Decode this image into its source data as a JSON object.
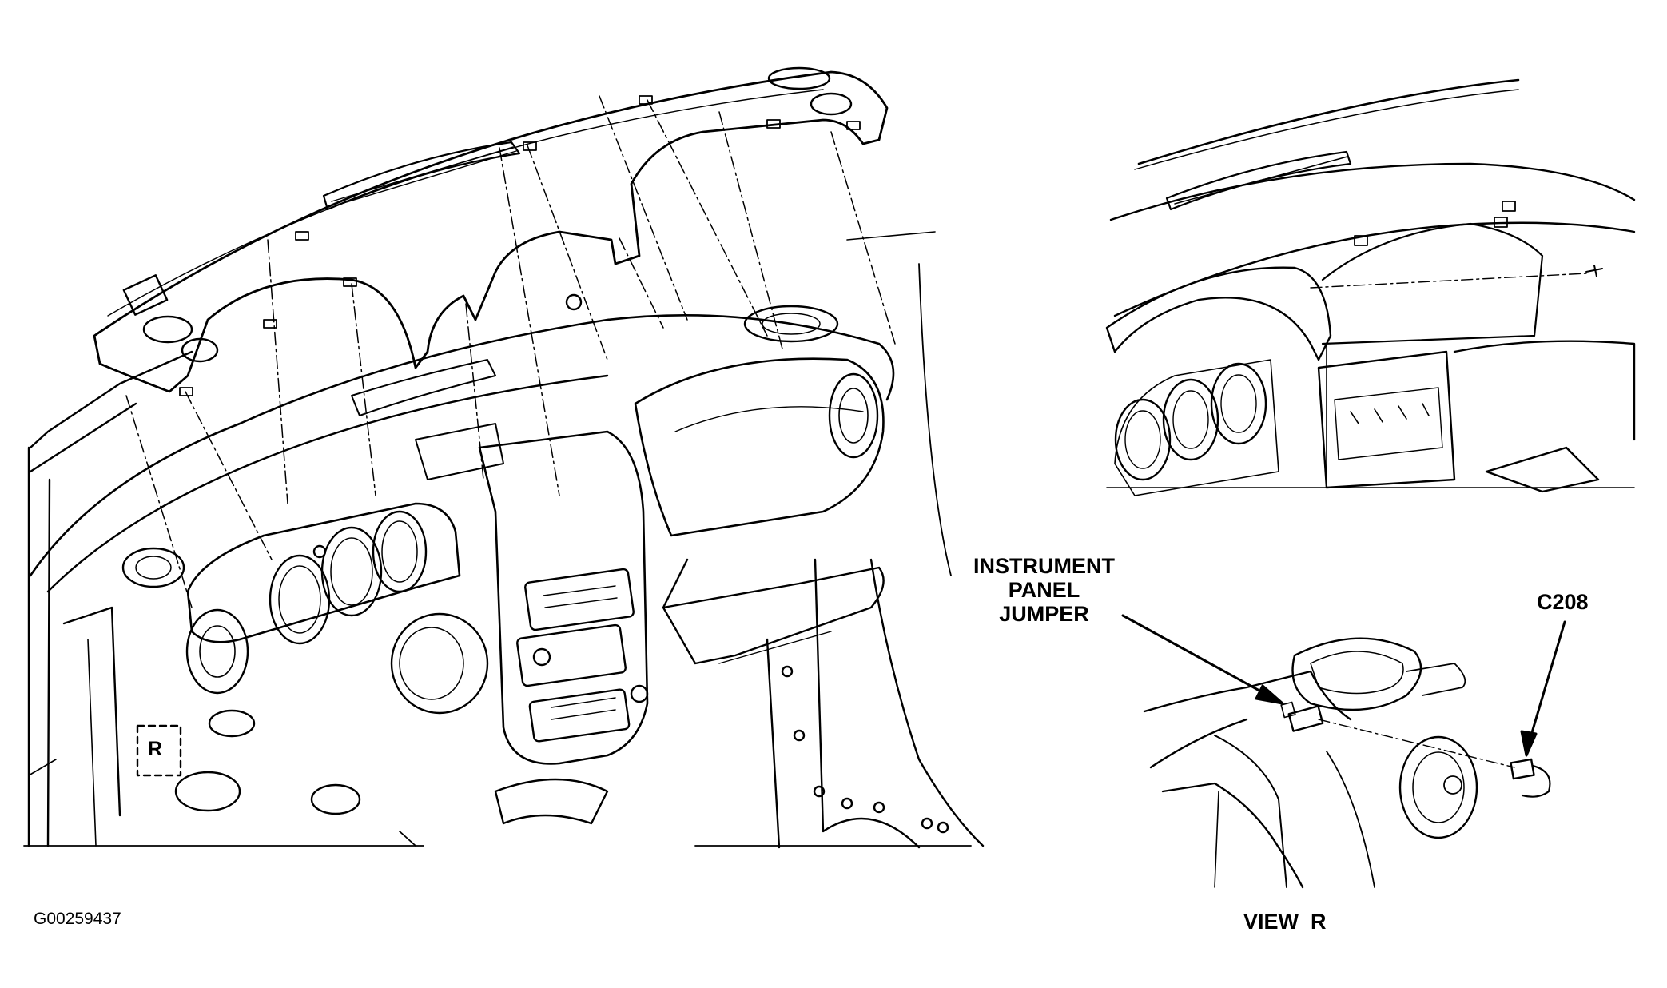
{
  "figure_id": "G00259437",
  "view_callout": "R",
  "view_title": "VIEW  R",
  "callouts": {
    "instrument_panel_jumper": [
      "INSTRUMENT",
      "PANEL",
      "JUMPER"
    ],
    "connector": "C208"
  },
  "colors": {
    "ink": "#000000",
    "paper": "#ffffff"
  }
}
